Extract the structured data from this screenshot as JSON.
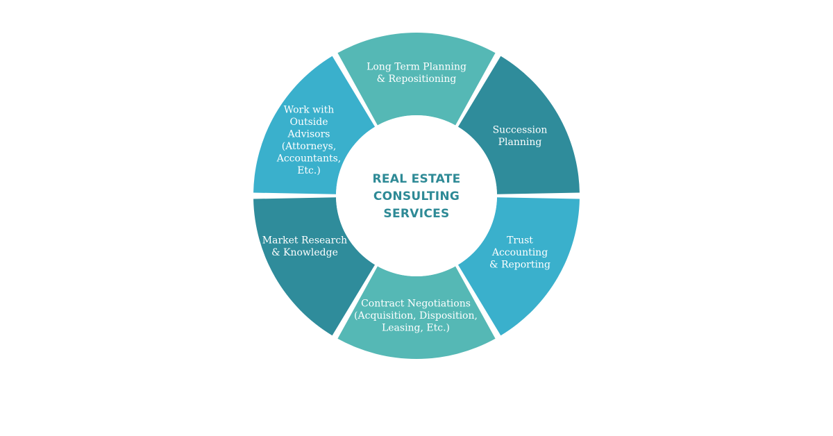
{
  "center": {
    "lines": [
      "REAL ESTATE",
      "CONSULTING",
      "SERVICES"
    ]
  },
  "segments": [
    {
      "id": "long-term-planning",
      "color": "#55b8b5",
      "lines": [
        "Long Term Planning",
        "& Repositioning"
      ]
    },
    {
      "id": "succession-planning",
      "color": "#2f8c9b",
      "lines": [
        "Succession",
        "Planning"
      ]
    },
    {
      "id": "trust-accounting",
      "color": "#3ab0cc",
      "lines": [
        "Trust",
        "Accounting",
        "& Reporting"
      ]
    },
    {
      "id": "contract-negotiations",
      "color": "#55b8b5",
      "lines": [
        "Contract Negotiations",
        "(Acquisition, Disposition,",
        "Leasing, Etc.)"
      ]
    },
    {
      "id": "market-research",
      "color": "#2f8c9b",
      "lines": [
        "Market Research",
        "& Knowledge"
      ]
    },
    {
      "id": "outside-advisors",
      "color": "#3ab0cc",
      "lines": [
        "Work with",
        "Outside",
        "Advisors",
        "(Attorneys,",
        "Accountants,",
        "Etc.)"
      ]
    }
  ]
}
